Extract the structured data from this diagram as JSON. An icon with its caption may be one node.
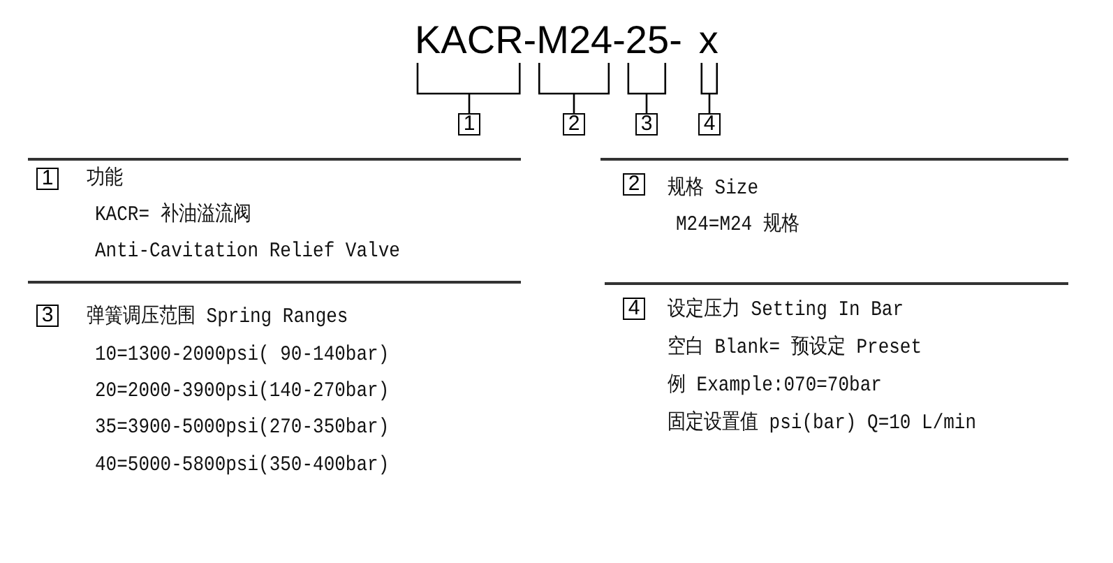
{
  "diagram": {
    "nodes": [
      {
        "text": [
          "KACR-"
        ]
      },
      {
        "text": [
          "M24-"
        ]
      },
      {
        "text": [
          "25-"
        ]
      },
      {
        "text": [
          "x"
        ]
      },
      {
        "text": [
          "1"
        ]
      },
      {
        "text": [
          "2"
        ]
      },
      {
        "text": [
          "3"
        ]
      },
      {
        "text": [
          "4"
        ]
      },
      {
        "text": [
          "1"
        ]
      },
      {
        "text": [
          "2"
        ]
      },
      {
        "text": [
          "3"
        ]
      },
      {
        "text": [
          "4"
        ]
      }
    ],
    "edges": [
      {
        "from": 4,
        "to": 0,
        "arrow": "none"
      },
      {
        "from": 5,
        "to": 1,
        "arrow": "none"
      },
      {
        "from": 6,
        "to": 2,
        "arrow": "none"
      },
      {
        "from": 7,
        "to": 3,
        "arrow": "none"
      }
    ],
    "labels": [
      "功能",
      "KACR= 补油溢流阀",
      "Anti-Cavitation Relief Valve",
      "规格 Size",
      "M24=M24 规格",
      "弹簧调压范围 Spring Ranges",
      "10=1300-2000psi( 90-140bar)",
      "20=2000-3900psi(140-270bar)",
      "35=3900-5000psi(270-350bar)",
      "40=5000-5800psi(350-400bar)",
      "设定压力 Setting In Bar",
      "空白 Blank= 预设定 Preset",
      "例 Example:070=70bar",
      "固定设置值 psi(bar) Q=10 L/min"
    ]
  }
}
